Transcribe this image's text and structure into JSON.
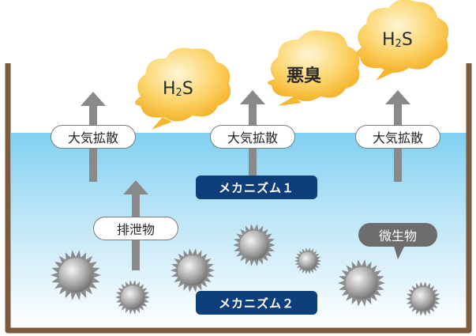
{
  "diagram": {
    "diffusion_label": "大気拡散",
    "excretion_label": "排泄物",
    "microbe_label": "微生物",
    "mechanism_1": "メカニズム１",
    "mechanism_2": "メカニズム２",
    "gas_h": "H",
    "gas_sub": "2",
    "gas_s": "S",
    "odor_label": "悪臭"
  },
  "colors": {
    "container": "#7b5a3d",
    "water_top": "#7fd0f1",
    "water_bottom": "#ffffff",
    "arrow": "#8a8a8a",
    "cloud": "#f7b92e",
    "mechanism_bg": "#0f3f7a"
  }
}
